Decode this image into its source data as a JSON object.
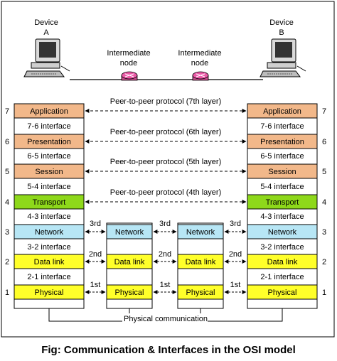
{
  "devices": {
    "a": {
      "line1": "Device",
      "line2": "A"
    },
    "b": {
      "line1": "Device",
      "line2": "B"
    }
  },
  "intermediate_nodes": [
    {
      "line1": "Intermediate",
      "line2": "node"
    },
    {
      "line1": "Intermediate",
      "line2": "node"
    }
  ],
  "layers": [
    {
      "number": "7",
      "name": "Application",
      "color": "#f2b88a",
      "interface": "7-6 interface"
    },
    {
      "number": "6",
      "name": "Presentation",
      "color": "#f2b88a",
      "interface": "6-5 interface"
    },
    {
      "number": "5",
      "name": "Session",
      "color": "#f2b88a",
      "interface": "5-4 interface"
    },
    {
      "number": "4",
      "name": "Transport",
      "color": "#8ed81a",
      "interface": "4-3 interface"
    },
    {
      "number": "3",
      "name": "Network",
      "color": "#b7e6f5",
      "interface": "3-2 interface"
    },
    {
      "number": "2",
      "name": "Data link",
      "color": "#ffff2a",
      "interface": "2-1 interface"
    },
    {
      "number": "1",
      "name": "Physical",
      "color": "#ffff2a",
      "interface": ""
    }
  ],
  "peer_protocols": [
    "Peer-to-peer protocol (7th layer)",
    "Peer-to-peer protocol (6th layer)",
    "Peer-to-peer protocol (5th layer)",
    "Peer-to-peer protocol (4th layer)"
  ],
  "hop_labels": {
    "network": "3rd",
    "data_link": "2nd",
    "physical": "1st"
  },
  "physical_communication": "Physical communication",
  "caption": "Fig: Communication & Interfaces in the OSI model",
  "colors": {
    "router": "#ec5aa8",
    "frame": "#000000"
  }
}
